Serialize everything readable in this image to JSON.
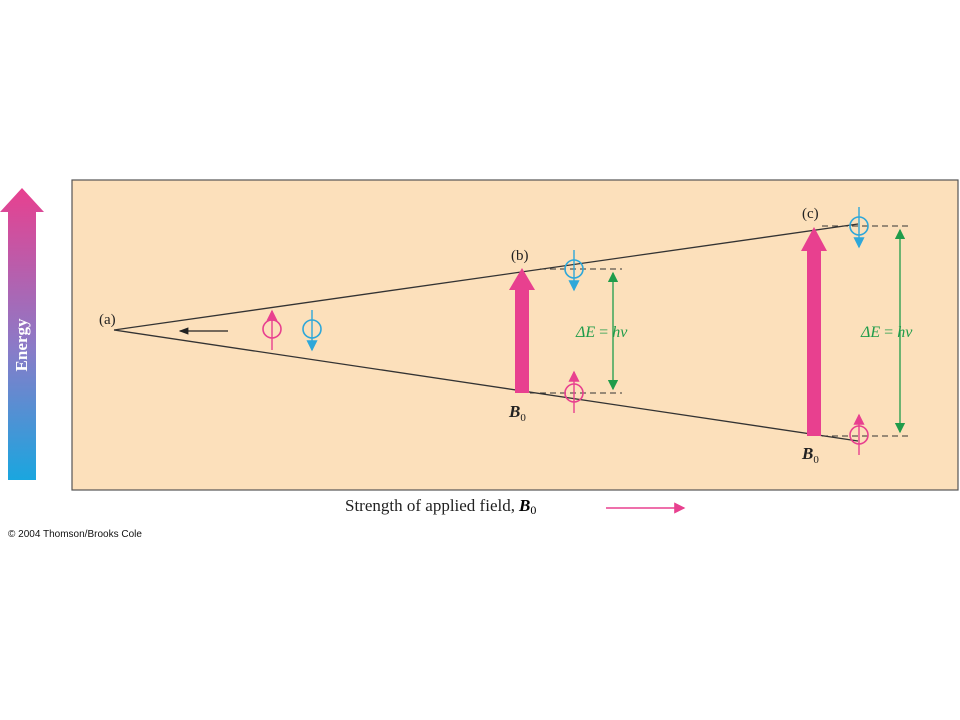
{
  "energy_label": "Energy",
  "labels": {
    "a": "(a)",
    "b": "(b)",
    "c": "(c)"
  },
  "delta_e": {
    "prefix": "ΔE",
    "equals": "=",
    "hv": "hν"
  },
  "field_symbol": "B",
  "field_subscript": "0",
  "caption_text": "Strength of applied field,",
  "copyright": "© 2004 Thomson/Brooks Cole",
  "colors": {
    "panel_bg": "#fce0bb",
    "magenta": "#e8408f",
    "cyan": "#2ea7d9",
    "green": "#1f9c4a",
    "line": "#333333"
  }
}
